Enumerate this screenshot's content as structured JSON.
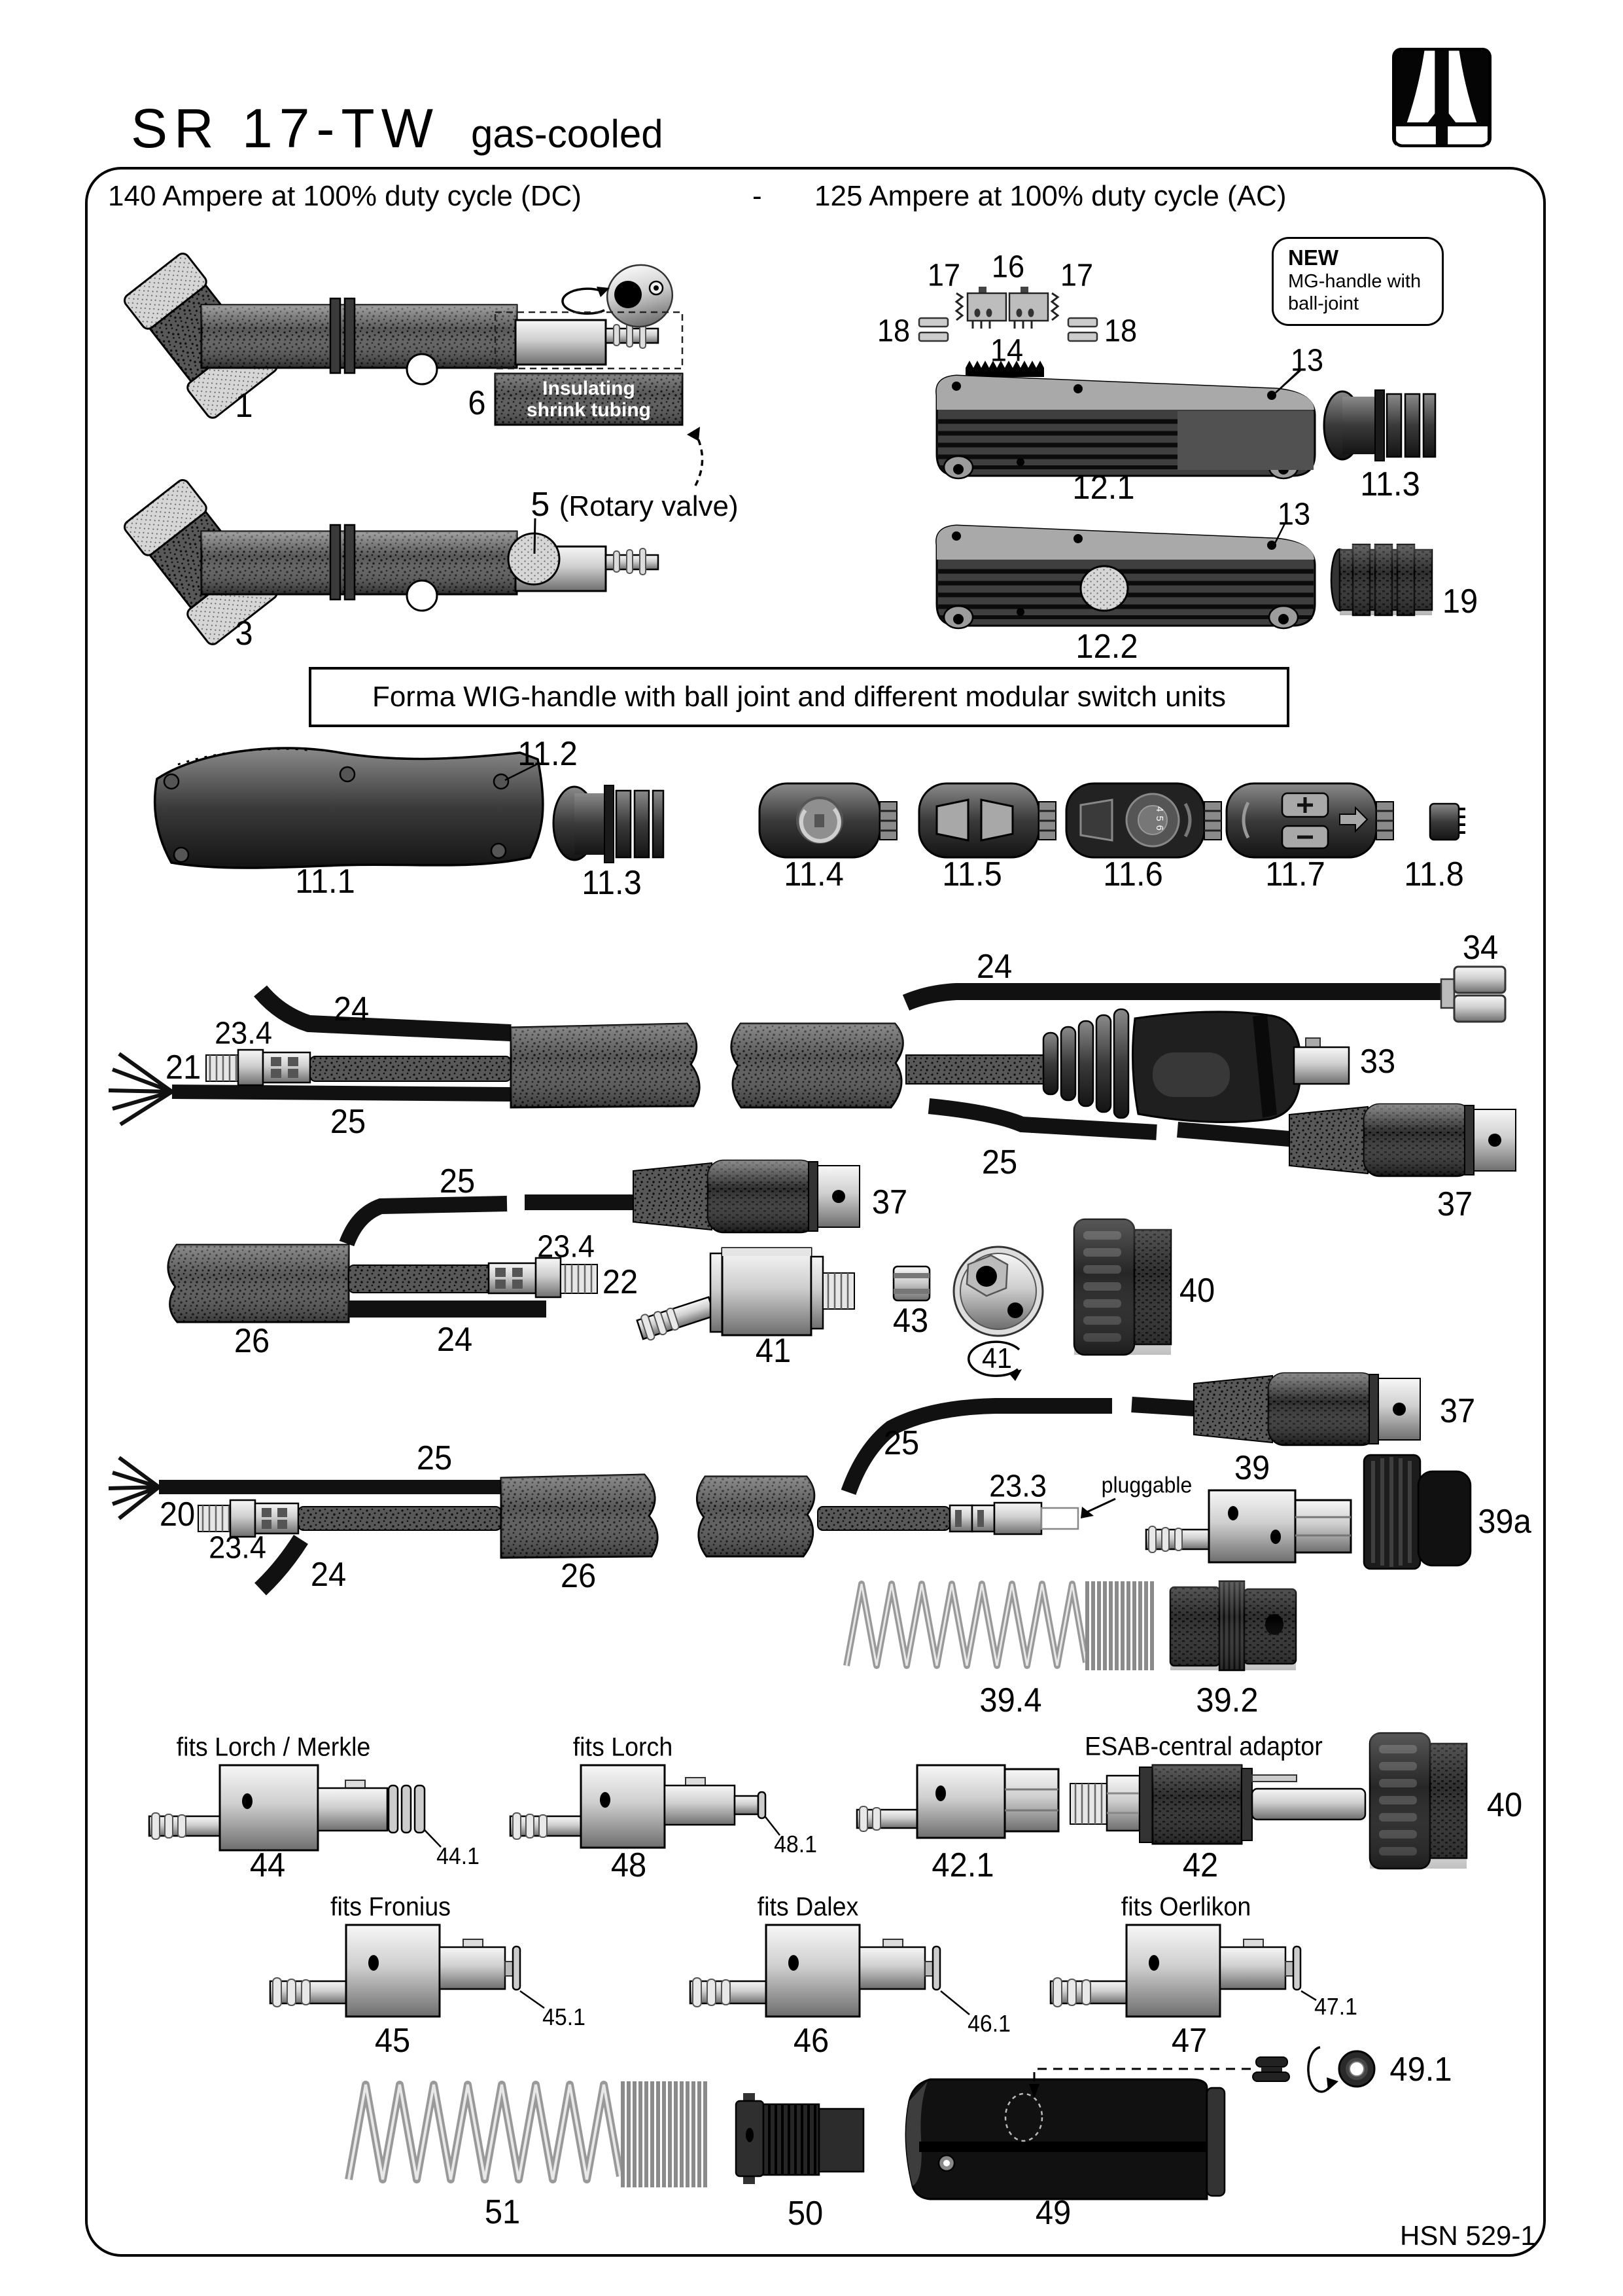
{
  "title": {
    "model": "SR 17-TW",
    "cooling": "gas-cooled"
  },
  "ratings": {
    "dc": "140 Ampere at  100% duty cycle (DC)",
    "separator": "-",
    "ac": "125 Ampere at  100% duty cycle (AC)"
  },
  "new_box": {
    "title": "NEW",
    "line1": "MG-handle with",
    "line2": "ball-joint"
  },
  "banner": "Forma WIG-handle with ball joint and different modular switch units",
  "annotations": {
    "insulating1": "Insulating",
    "insulating2": "shrink tubing",
    "rotary_valve": "(Rotary valve)",
    "pluggable": "pluggable",
    "fits_lorch_merkle": "fits Lorch / Merkle",
    "fits_lorch": "fits Lorch",
    "esab_adaptor": "ESAB-central adaptor",
    "fits_fronius": "fits Fronius",
    "fits_dalex": "fits Dalex",
    "fits_oerlikon": "fits Oerlikon",
    "dial_digits": "456"
  },
  "parts": {
    "p1": "1",
    "p3": "3",
    "p5": "5",
    "p6": "6",
    "p11_1": "11.1",
    "p11_2": "11.2",
    "p11_3": "11.3",
    "p11_4": "11.4",
    "p11_5": "11.5",
    "p11_6": "11.6",
    "p11_7": "11.7",
    "p11_8": "11.8",
    "p12_1": "12.1",
    "p12_2": "12.2",
    "p13": "13",
    "p14": "14",
    "p16": "16",
    "p17": "17",
    "p18": "18",
    "p19": "19",
    "p20": "20",
    "p21": "21",
    "p22": "22",
    "p23_3": "23.3",
    "p23_4": "23.4",
    "p24": "24",
    "p25": "25",
    "p26": "26",
    "p33": "33",
    "p34": "34",
    "p37": "37",
    "p39": "39",
    "p39a": "39a",
    "p39_2": "39.2",
    "p39_4": "39.4",
    "p40": "40",
    "p41": "41",
    "p42": "42",
    "p42_1": "42.1",
    "p43": "43",
    "p44": "44",
    "p44_1": "44.1",
    "p45": "45",
    "p45_1": "45.1",
    "p46": "46",
    "p46_1": "46.1",
    "p47": "47",
    "p47_1": "47.1",
    "p48": "48",
    "p48_1": "48.1",
    "p49": "49",
    "p49_1": "49.1",
    "p50": "50",
    "p51": "51"
  },
  "footer": {
    "doc_code": "HSN 529-1"
  }
}
